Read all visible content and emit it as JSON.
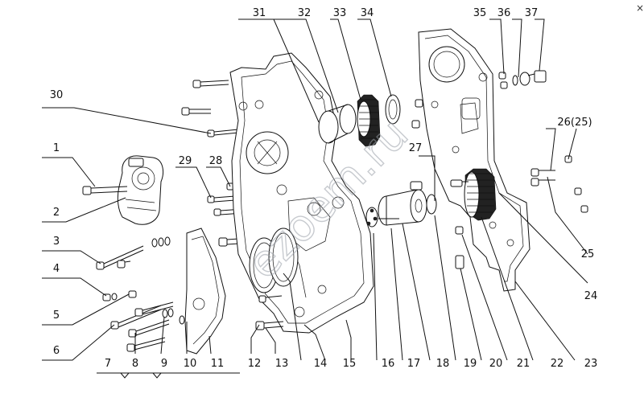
{
  "callouts": [
    {
      "key": "c1",
      "text": "1"
    },
    {
      "key": "c2",
      "text": "2"
    },
    {
      "key": "c3",
      "text": "3"
    },
    {
      "key": "c4",
      "text": "4"
    },
    {
      "key": "c5",
      "text": "5"
    },
    {
      "key": "c6",
      "text": "6"
    },
    {
      "key": "c7",
      "text": "7"
    },
    {
      "key": "c8",
      "text": "8"
    },
    {
      "key": "c9",
      "text": "9"
    },
    {
      "key": "c10",
      "text": "10"
    },
    {
      "key": "c11",
      "text": "11"
    },
    {
      "key": "c12",
      "text": "12"
    },
    {
      "key": "c13",
      "text": "13"
    },
    {
      "key": "c14",
      "text": "14"
    },
    {
      "key": "c15",
      "text": "15"
    },
    {
      "key": "c16",
      "text": "16"
    },
    {
      "key": "c17",
      "text": "17"
    },
    {
      "key": "c18",
      "text": "18"
    },
    {
      "key": "c19",
      "text": "19"
    },
    {
      "key": "c20",
      "text": "20"
    },
    {
      "key": "c21",
      "text": "21"
    },
    {
      "key": "c22",
      "text": "22"
    },
    {
      "key": "c23",
      "text": "23"
    },
    {
      "key": "c24",
      "text": "24"
    },
    {
      "key": "c25",
      "text": "25"
    },
    {
      "key": "c26",
      "text": "26(25)"
    },
    {
      "key": "c27",
      "text": "27"
    },
    {
      "key": "c28",
      "text": "28"
    },
    {
      "key": "c29",
      "text": "29"
    },
    {
      "key": "c30",
      "text": "30"
    },
    {
      "key": "c31",
      "text": "31"
    },
    {
      "key": "c32",
      "text": "32"
    },
    {
      "key": "c33",
      "text": "33"
    },
    {
      "key": "c34",
      "text": "34"
    },
    {
      "key": "c35",
      "text": "35"
    },
    {
      "key": "c36",
      "text": "36"
    },
    {
      "key": "c37",
      "text": "37"
    }
  ],
  "watermark": "ezoem.ru",
  "corner_mark": "×",
  "colors": {
    "line": "#111111",
    "watermark": "#9aa0a8",
    "background": "#ffffff"
  }
}
